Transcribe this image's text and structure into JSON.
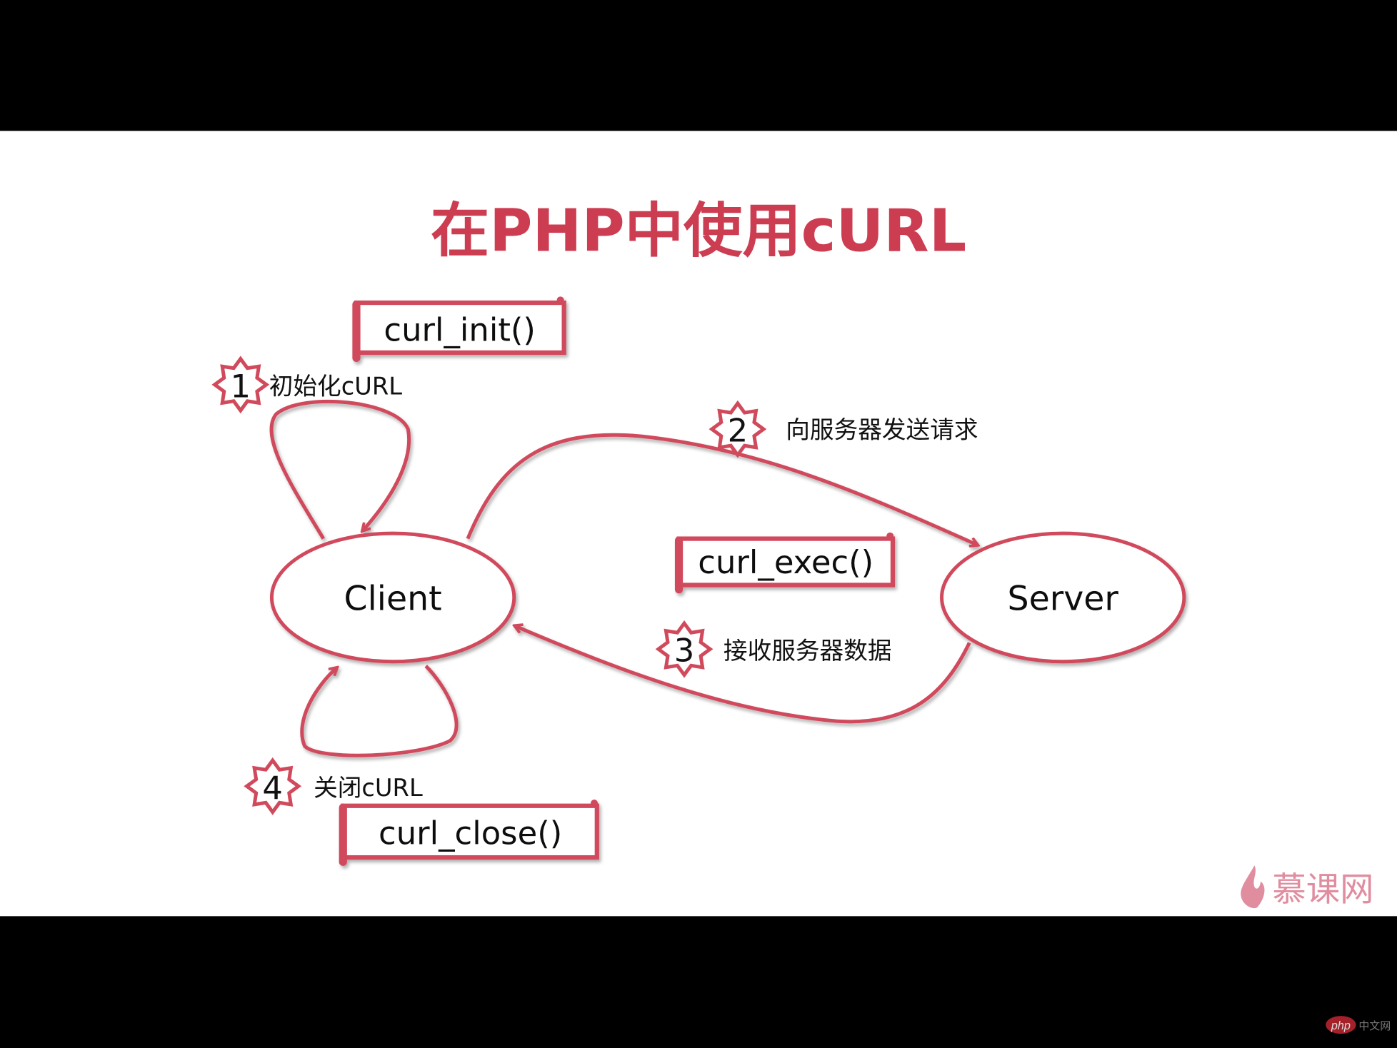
{
  "title": "在PHP中使用cURL",
  "nodes": {
    "client": "Client",
    "server": "Server"
  },
  "functions": {
    "init": "curl_init()",
    "exec": "curl_exec()",
    "close": "curl_close()"
  },
  "steps": [
    {
      "num": "1",
      "label": "初始化cURL"
    },
    {
      "num": "2",
      "label": "向服务器发送请求"
    },
    {
      "num": "3",
      "label": "接收服务器数据"
    },
    {
      "num": "4",
      "label": "关闭cURL"
    }
  ],
  "watermark": {
    "logo": "慕课网",
    "badge": "php",
    "badge_suffix": "中文网"
  },
  "colors": {
    "accent": "#d04a5c",
    "title": "#cc3d52",
    "logo": "#e08da0"
  }
}
